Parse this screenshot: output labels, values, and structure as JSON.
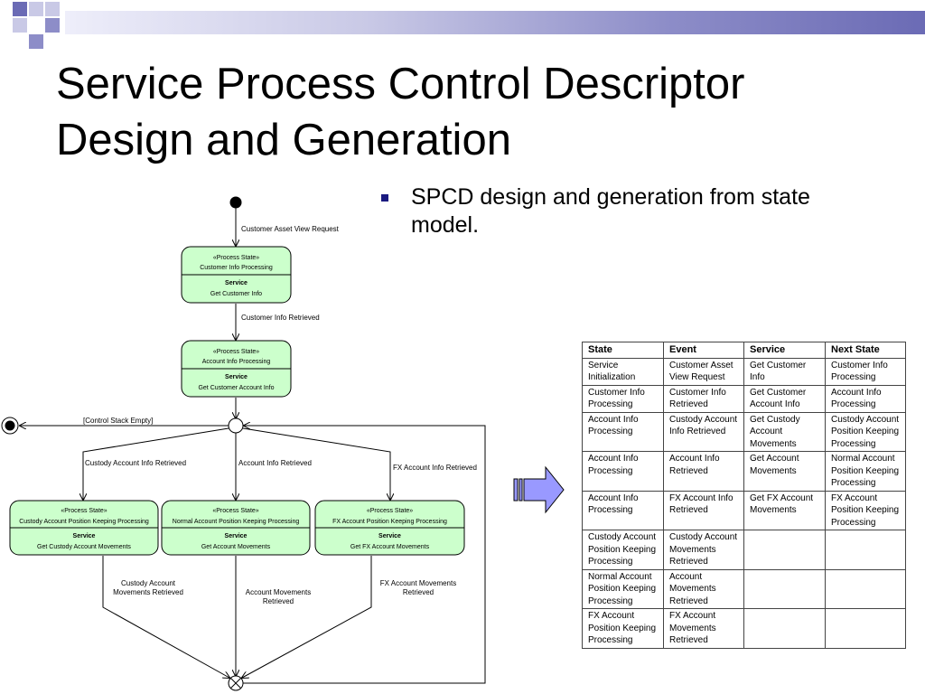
{
  "slide": {
    "title_line1": "Service Process Control Descriptor",
    "title_line2": "Design and Generation",
    "bullet": "SPCD design and generation from state model."
  },
  "diagram": {
    "stereotype": "«Process State»",
    "service_label": "Service",
    "states": [
      {
        "name": "Customer Info Processing",
        "service": "Get Customer Info"
      },
      {
        "name": "Account Info Processing",
        "service": "Get Customer Account Info"
      },
      {
        "name": "Custody Account Position Keeping Processing",
        "service": "Get Custody Account Movements"
      },
      {
        "name": "Normal Account Position Keeping Processing",
        "service": "Get Account Movements"
      },
      {
        "name": "FX Account Position Keeping Processing",
        "service": "Get FX Account Movements"
      }
    ],
    "transitions": {
      "t1": "Customer Asset View Request",
      "t2": "Customer Info Retrieved",
      "t_empty": "[Control Stack Empty]",
      "t3": "Custody Account Info Retrieved",
      "t4": "Account Info Retrieved",
      "t5": "FX Account Info Retrieved",
      "t6_l1": "Custody Account",
      "t6_l2": "Movements Retrieved",
      "t7_l1": "Account Movements",
      "t7_l2": "Retrieved",
      "t8_l1": "FX Account Movements",
      "t8_l2": "Retrieved"
    }
  },
  "table": {
    "headers": [
      "State",
      "Event",
      "Service",
      "Next State"
    ],
    "rows": [
      [
        "Service Initialization",
        "Customer Asset View Request",
        "Get Customer Info",
        "Customer Info Processing"
      ],
      [
        "Customer Info Processing",
        "Customer Info Retrieved",
        "Get Customer Account Info",
        "Account Info Processing"
      ],
      [
        "Account Info Processing",
        "Custody Account Info Retrieved",
        "Get Custody Account Movements",
        "Custody Account Position Keeping Processing"
      ],
      [
        "Account Info Processing",
        "Account Info Retrieved",
        "Get Account Movements",
        "Normal Account Position Keeping Processing"
      ],
      [
        "Account Info Processing",
        "FX Account Info Retrieved",
        "Get FX Account Movements",
        "FX Account Position Keeping Processing"
      ],
      [
        "Custody Account Position Keeping Processing",
        "Custody Account Movements Retrieved",
        "",
        ""
      ],
      [
        "Normal Account Position Keeping Processing",
        "Account Movements Retrieved",
        "",
        ""
      ],
      [
        "FX Account Position Keeping Processing",
        "FX Account Movements Retrieved",
        "",
        ""
      ]
    ]
  },
  "colors": {
    "state_fill": "#ccffcc",
    "title_bar": "#8d8dc8",
    "arrow_fill": "#9999ff"
  }
}
